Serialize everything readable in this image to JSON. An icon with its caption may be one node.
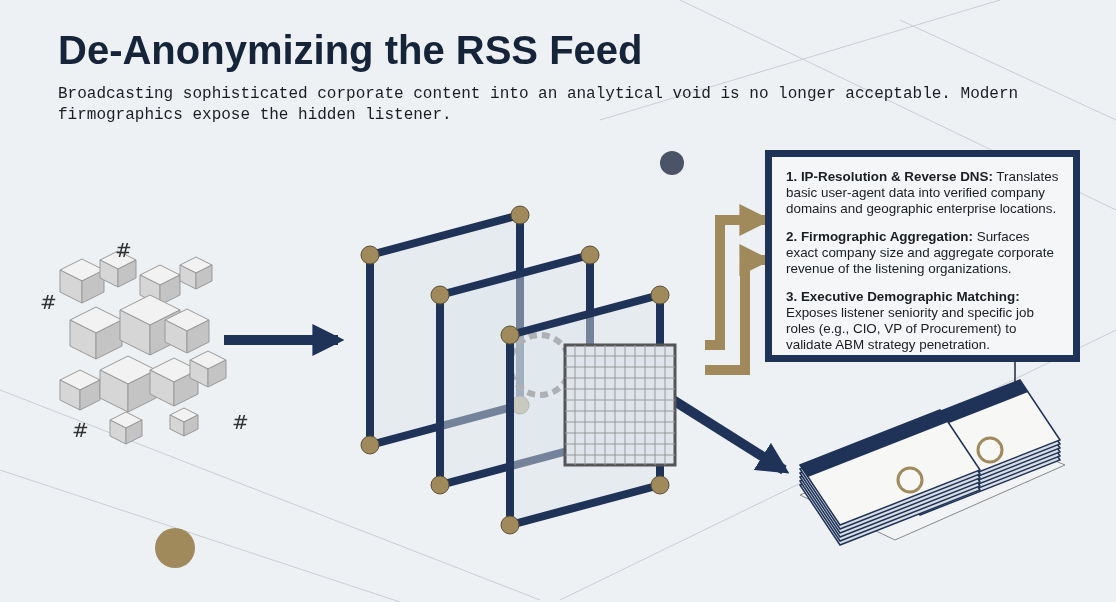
{
  "diagram": {
    "title": "De-Anonymizing the RSS Feed",
    "caption": "Broadcasting sophisticated corporate content into an analytical void is no longer acceptable. Modern firmographics expose the hidden listener.",
    "nodes": [
      {
        "text": [],
        "shape": "picture"
      },
      {
        "text": [],
        "shape": "picture"
      },
      {
        "text": [
          "**1. IP-Resolution & Reverse DNS:** Translates basic user-agent data into verified company domains and geographic enterprise locations.",
          "**2. Firmographic Aggregation:** Surfaces exact company size and aggregate corporate revenue of the listening organizations.",
          "**3. Executive Demographic Matching:** Exposes listener seniority and specific job roles (e.g., CIO, VP of Procurement) to validate ABM strategy penetration."
        ]
      },
      {
        "text": [],
        "shape": "picture"
      }
    ],
    "edges": [
      {
        "from": 0,
        "to": 1,
        "arrow": "to",
        "color": "#1f3358"
      },
      {
        "from": 1,
        "to": 2,
        "arrow": "to",
        "color": "#a08a5c"
      },
      {
        "from": 1,
        "to": 2,
        "arrow": "to",
        "color": "#a08a5c"
      },
      {
        "from": 1,
        "to": 3,
        "arrow": "to",
        "color": "#1f3358"
      },
      {
        "from": 2,
        "to": 3,
        "arrow": "none",
        "color": "#555b66"
      }
    ],
    "labels": [
      "#",
      "#",
      "#",
      "#"
    ]
  }
}
